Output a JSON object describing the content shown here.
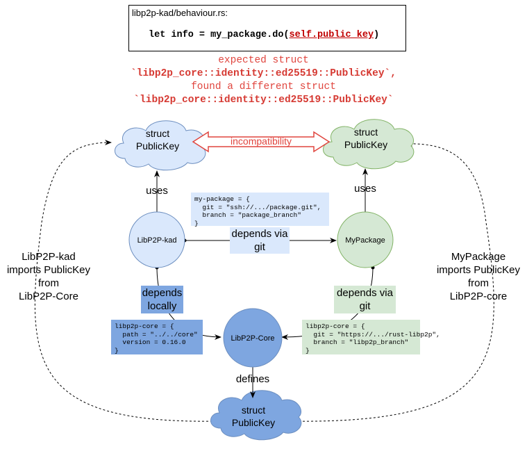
{
  "code": {
    "file": "libp2p-kad/behaviour.rs:",
    "prefix": "let info = my_package.do(",
    "arg": "self.public_key",
    "suffix": ")"
  },
  "error": {
    "line1": "expected struct",
    "line2": "`libp2p_core::identity::ed25519::PublicKey`,",
    "line3": "found a different struct",
    "line4": "`libp2p_core::identity::ed25519::PublicKey`"
  },
  "clouds": {
    "left": [
      "struct",
      "PublicKey"
    ],
    "right": [
      "struct",
      "PublicKey"
    ],
    "bottom": [
      "struct",
      "PublicKey"
    ]
  },
  "nodes": {
    "kad": "LibP2P-kad",
    "mypackage": "MyPackage",
    "core": "LibP2P-Core"
  },
  "labels": {
    "incompatibility": "incompatibility",
    "uses_left": "uses",
    "uses_right": "uses",
    "depends_git_top": "depends via\ngit",
    "depends_locally": "depends\nlocally",
    "depends_git_right": "depends via\ngit",
    "defines": "defines",
    "left_import": "LibP2P-kad\nimports PublicKey\nfrom\nLibP2P-Core",
    "right_import": "MyPackage\nimports PublicKey\nfrom\nLibP2P-core"
  },
  "snippets": {
    "mypackage": "my-package = {\n  git = \"ssh://.../package.git\",\n  branch = \"package_branch\"\n}",
    "kad_core": "libp2p-core = {\n  path = \"../../core\"\n  version = 0.16.0\n}",
    "mypackage_core": "libp2p-core = {\n  git = \"https://.../rust-libp2p\",\n  branch = \"libp2p_branch\"\n}"
  },
  "colors": {
    "blue_light": "#dae8fc",
    "blue_dark": "#7ea6e0",
    "green_light": "#d5e8d4",
    "error_red": "#e0453e"
  }
}
